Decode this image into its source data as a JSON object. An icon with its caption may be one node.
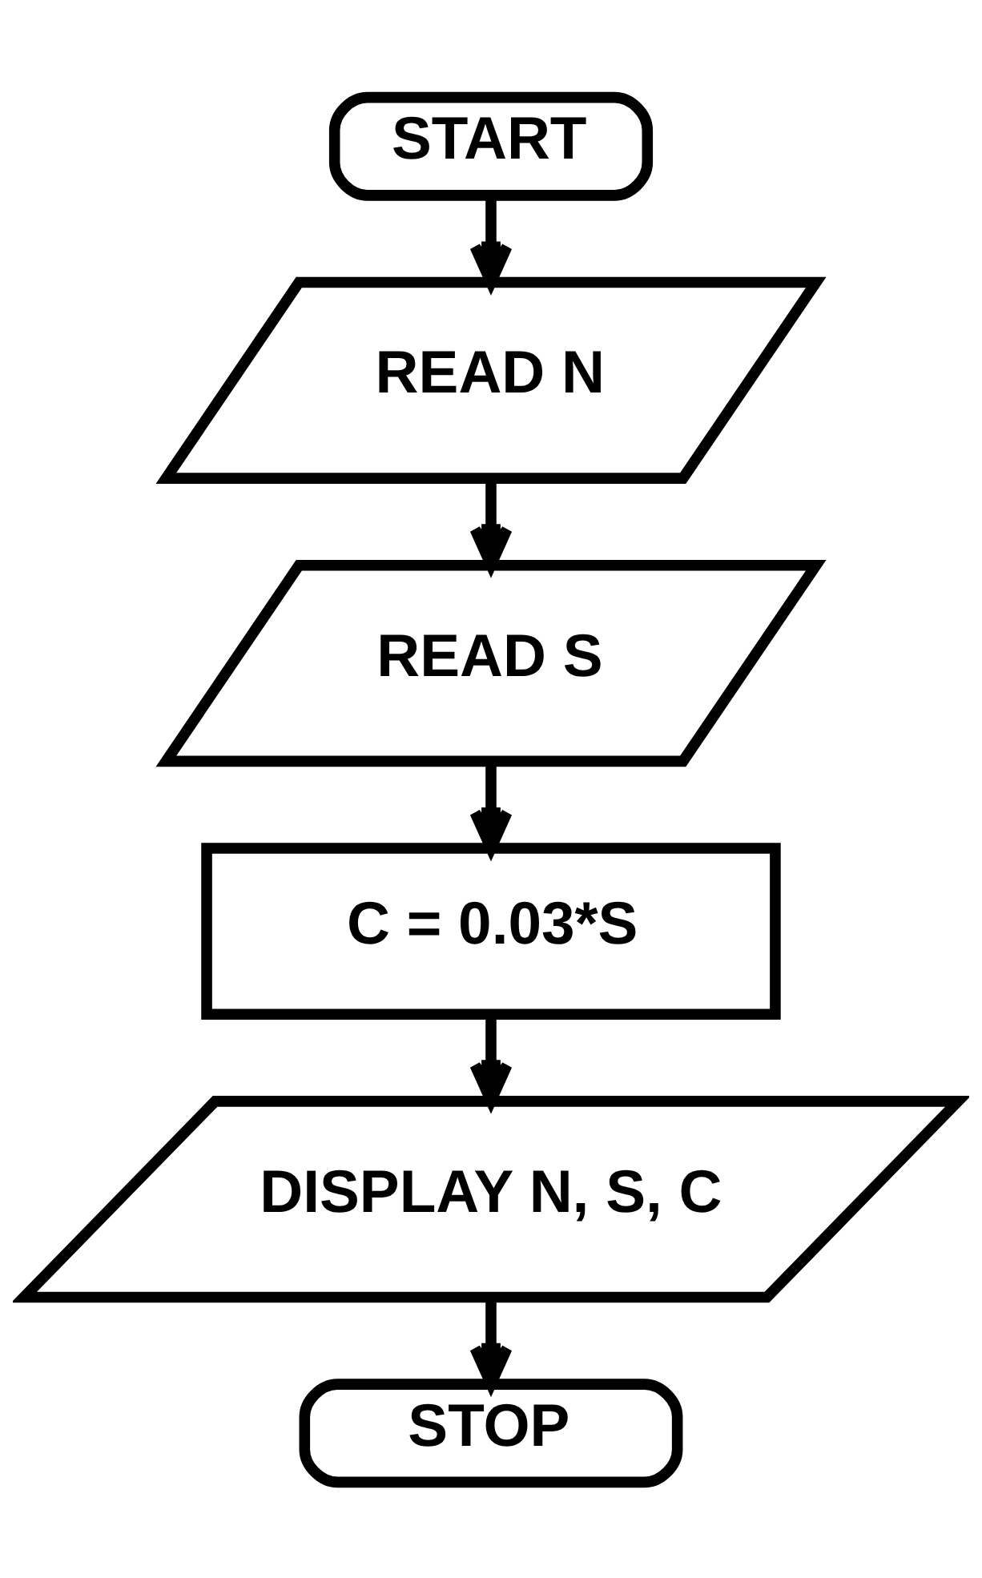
{
  "diagram": {
    "nodes": [
      {
        "text": [
          "START"
        ]
      },
      {
        "text": [
          "READ N"
        ]
      },
      {
        "text": [
          "READ S"
        ]
      },
      {
        "text": [
          "C = 0.03*S"
        ]
      },
      {
        "text": [
          "DISPLAY N, S, C"
        ]
      },
      {
        "text": [
          "STOP"
        ]
      }
    ],
    "edges": [
      {
        "from": 0,
        "to": 1,
        "arrow": "to"
      },
      {
        "from": 1,
        "to": 2,
        "arrow": "to"
      },
      {
        "from": 2,
        "to": 3,
        "arrow": "to"
      },
      {
        "from": 3,
        "to": 4,
        "arrow": "to"
      },
      {
        "from": 4,
        "to": 5,
        "arrow": "to"
      }
    ]
  }
}
